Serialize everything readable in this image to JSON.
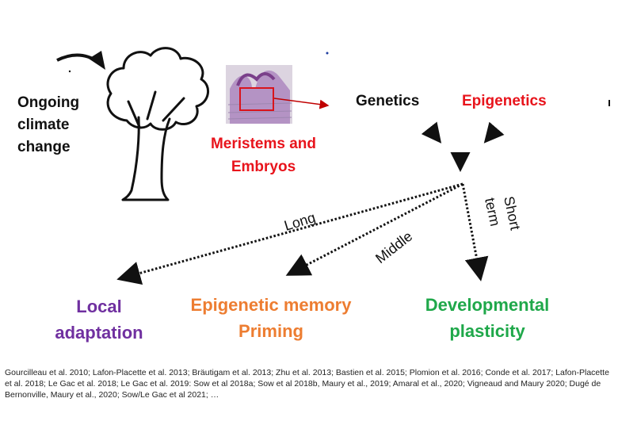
{
  "labels": {
    "climate_change": [
      "Ongoing",
      "climate",
      "change"
    ],
    "meristems": [
      "Meristems and",
      "Embryos"
    ],
    "genetics": "Genetics",
    "epigenetics": "Epigenetics",
    "long": "Long",
    "middle": "Middle",
    "short_term": [
      "Short",
      "term"
    ],
    "local_adaptation": [
      "Local",
      "adaptation"
    ],
    "epigenetic_memory": [
      "Epigenetic memory",
      "Priming"
    ],
    "developmental_plasticity": [
      "Developmental",
      "plasticity"
    ]
  },
  "references": "Gourcilleau et al. 2010; Lafon-Placette et al. 2013; Bräutigam et al. 2013; Zhu et al. 2013; Bastien et al. 2015; Plomion et al. 2016; Conde et al. 2017; Lafon-Placette et al. 2018; Le Gac et al. 2018; Le Gac et al. 2019: Sow et al 2018a; Sow et al 2018b, Maury et al., 2019; Amaral et al., 2020; Vigneaud and Maury 2020; Dugé de Bernonville, Maury et al., 2020; Sow/Le Gac et al 2021; …",
  "colors": {
    "red": "#e8141c",
    "purple": "#7030a0",
    "orange": "#ed7d31",
    "green": "#1fa84a",
    "black": "#111111"
  }
}
